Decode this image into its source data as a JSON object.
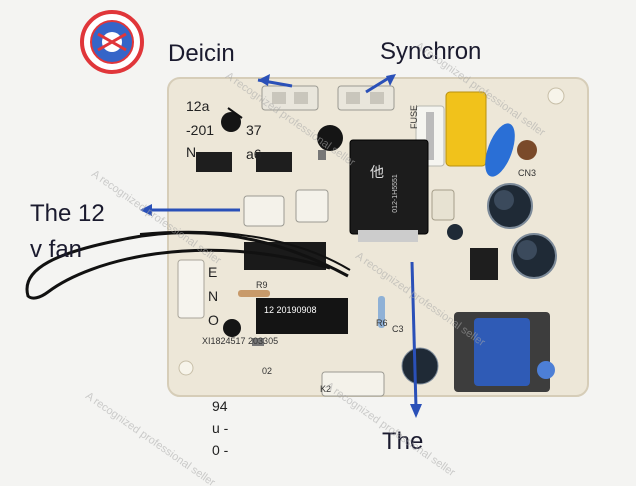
{
  "annotations": {
    "deicing": "Deicin",
    "synchron": "Synchron",
    "fan_line1": "The 12",
    "fan_line2": "v fan",
    "the": "The",
    "code_a1": "12a",
    "code_a2": "-201",
    "code_a3": "N",
    "code_b1": "37",
    "code_b2": "a6",
    "eno_e": "E",
    "eno_n": "N",
    "eno_o": "O",
    "code_c1": "94",
    "code_c2": "u -",
    "code_c3": "0 -"
  },
  "pcb_labels": {
    "chip_label": "12 20190908",
    "board_id": "XI1824517 203305",
    "r9": "R9",
    "r6": "R6",
    "c3": "C3",
    "fuse": "FUSE",
    "relay_char": "他",
    "relay_code": "012-1H5551",
    "k2": "K2",
    "n02": "02",
    "cn3": "CN3"
  },
  "watermark": "A recognized professional seller",
  "colors": {
    "arrow": "#2a50b8",
    "board": "#ece6d6",
    "stamp": "#e0363a"
  }
}
